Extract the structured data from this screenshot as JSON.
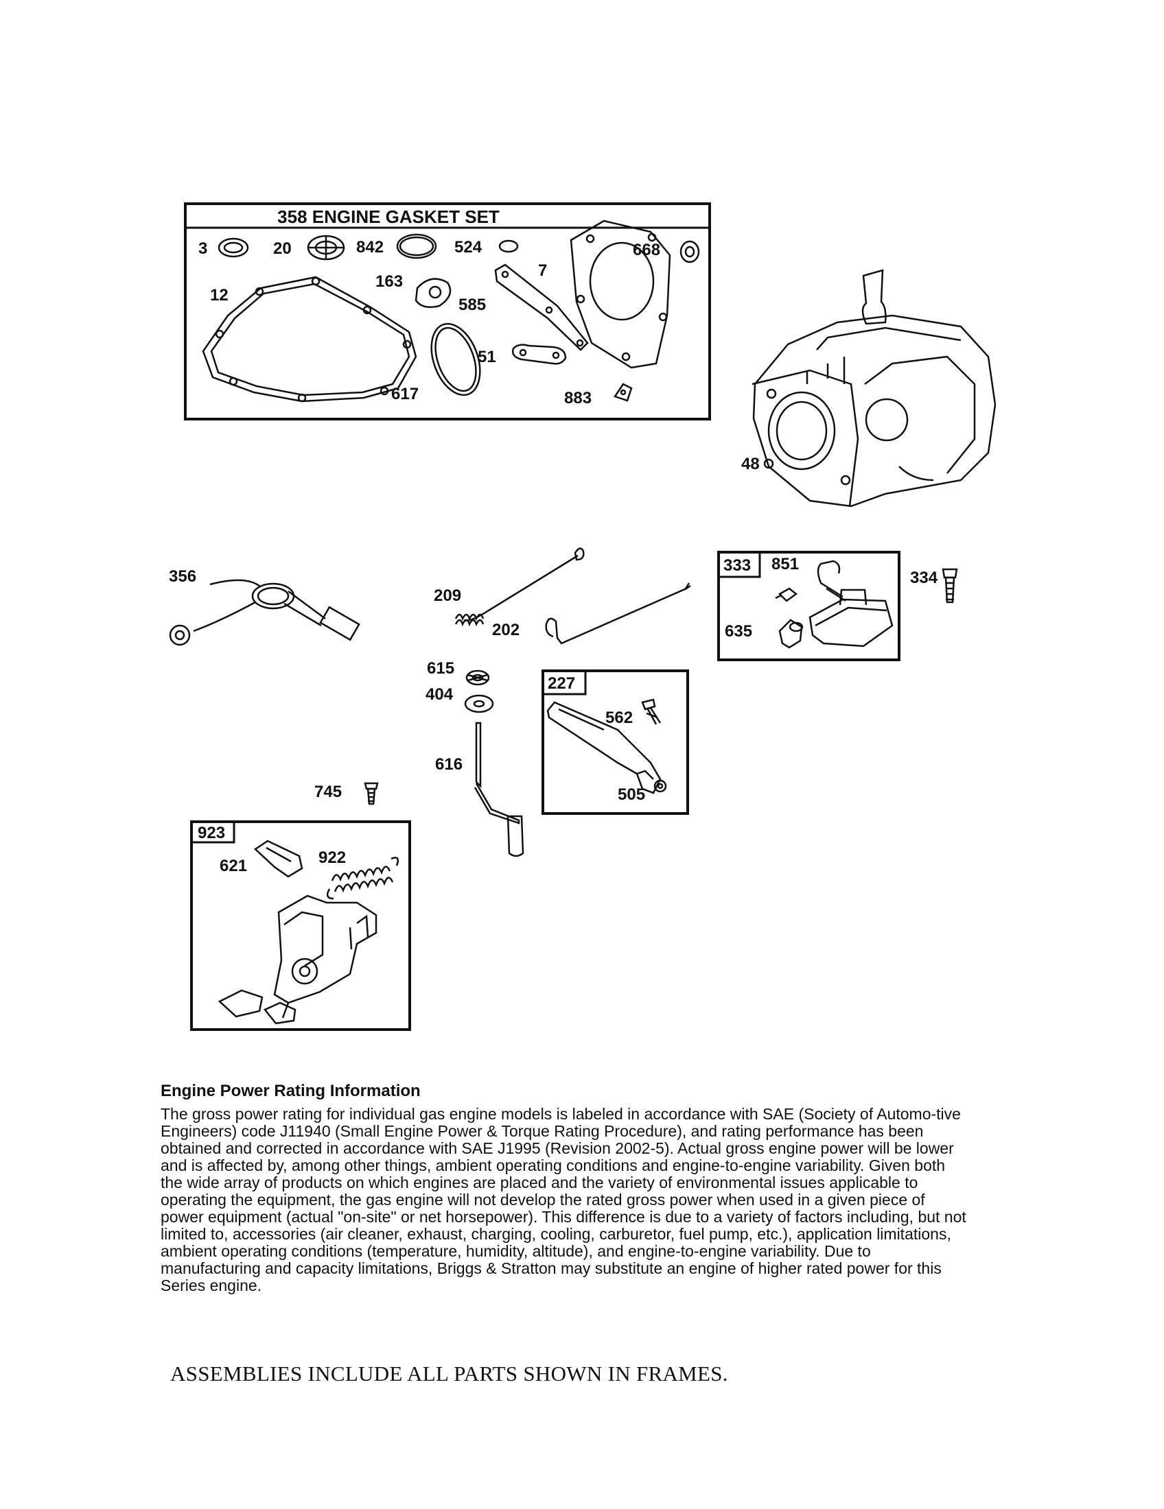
{
  "gasket_set": {
    "title": "358 ENGINE GASKET SET",
    "labels": [
      "3",
      "20",
      "842",
      "524",
      "668",
      "7",
      "12",
      "163",
      "585",
      "51",
      "617",
      "883"
    ]
  },
  "assembly_frames": [
    "333",
    "227",
    "923"
  ],
  "part_labels": [
    "48",
    "356",
    "209",
    "202",
    "851",
    "635",
    "334",
    "615",
    "404",
    "562",
    "616",
    "505",
    "745",
    "621",
    "922"
  ],
  "info": {
    "heading": "Engine Power Rating Information",
    "body": "The gross power rating for individual gas engine models is labeled in accordance with SAE (Society of Automo-tive Engineers) code J11940 (Small Engine Power & Torque Rating Procedure), and rating performance has been obtained and corrected in accordance with SAE J1995 (Revision 2002-5). Actual gross engine power will be lower and is affected by, among other things, ambient operating conditions and engine-to-engine variability. Given both the wide array of products on which engines are placed and the variety of environmental issues applicable to operating the equipment, the gas engine will not develop the rated gross power when used in a given piece of power equipment (actual \"on-site\" or net horsepower). This difference is due to a variety of factors including, but not limited to, accessories (air cleaner, exhaust, charging, cooling, carburetor, fuel pump, etc.), application limitations, ambient operating conditions (temperature, humidity, altitude), and engine-to-engine variability. Due to manufacturing and capacity limitations, Briggs & Stratton may substitute an engine of higher rated power for this Series engine."
  },
  "footer": "ASSEMBLIES INCLUDE ALL PARTS SHOWN IN FRAMES."
}
